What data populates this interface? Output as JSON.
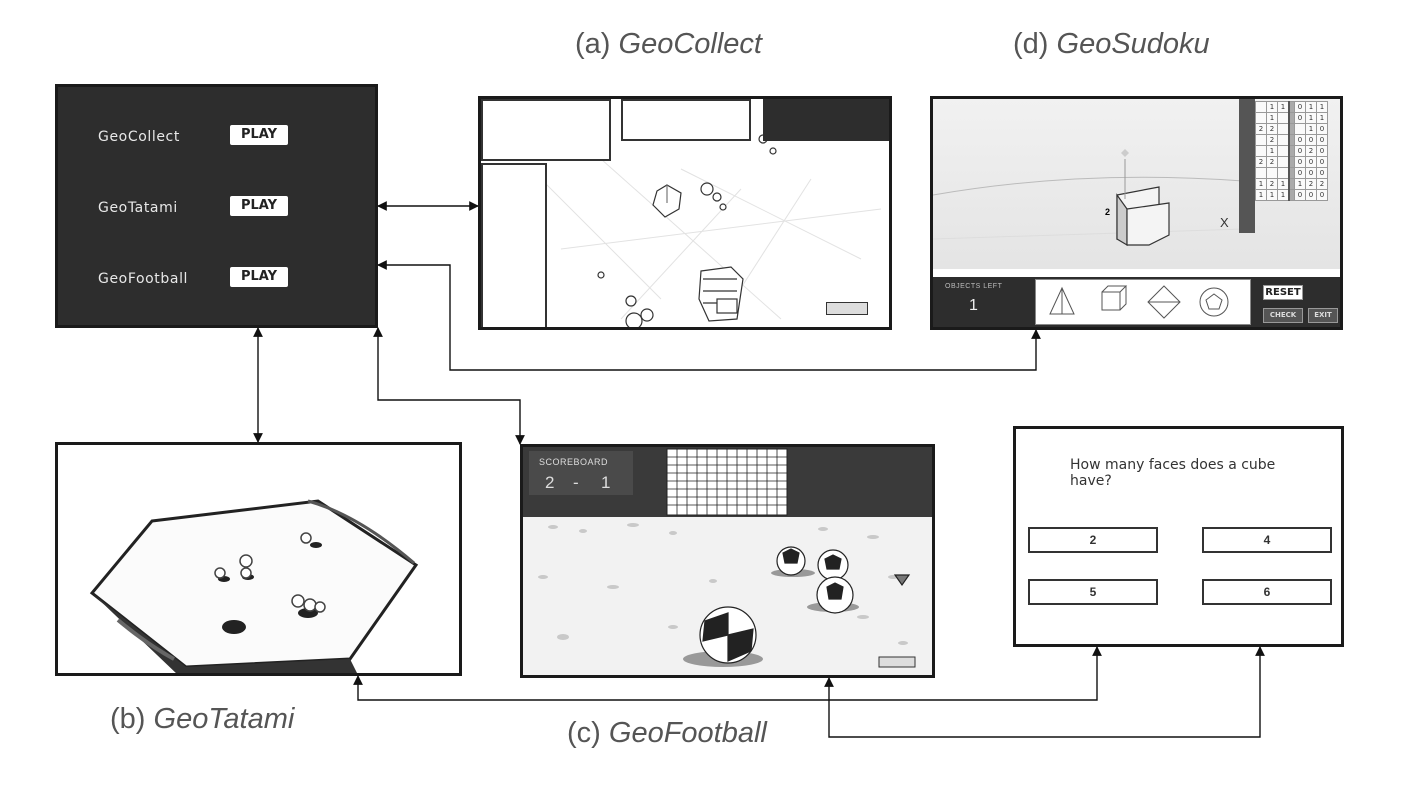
{
  "captions": {
    "collect": {
      "letter": "(a)",
      "title": "GeoCollect"
    },
    "tatami": {
      "letter": "(b)",
      "title": "GeoTatami"
    },
    "football": {
      "letter": "(c)",
      "title": "GeoFootball"
    },
    "sudoku": {
      "letter": "(d)",
      "title": "GeoSudoku"
    }
  },
  "menu": {
    "games": [
      {
        "name": "GeoCollect",
        "button": "PLAY"
      },
      {
        "name": "GeoTatami",
        "button": "PLAY"
      },
      {
        "name": "GeoFootball",
        "button": "PLAY"
      }
    ]
  },
  "sudoku": {
    "objects_left_label": "OBJECTS LEFT",
    "objects_left_value": "1",
    "reset": "RESET",
    "check": "CHECK",
    "exit": "EXIT",
    "marker_2": "2",
    "marker_x": "X",
    "grid": [
      [
        "",
        "1",
        "1",
        "",
        "0",
        "1",
        "1"
      ],
      [
        "",
        "1",
        "",
        "",
        "0",
        "1",
        "1"
      ],
      [
        "2",
        "2",
        "",
        "",
        "",
        "1",
        "0"
      ],
      [
        "",
        "2",
        "",
        "",
        "0",
        "0",
        "0"
      ],
      [
        "",
        "1",
        "",
        "",
        "0",
        "2",
        "0"
      ],
      [
        "2",
        "2",
        "",
        "",
        "0",
        "0",
        "0"
      ],
      [
        "",
        "",
        "",
        "",
        "0",
        "0",
        "0"
      ],
      [
        "1",
        "2",
        "1",
        "",
        "1",
        "2",
        "2"
      ],
      [
        "1",
        "1",
        "1",
        "",
        "0",
        "0",
        "0"
      ]
    ]
  },
  "football": {
    "scoreboard_label": "SCOREBOARD",
    "home_score": "2",
    "separator": "-",
    "away_score": "1"
  },
  "quiz": {
    "question": "How many faces does a cube have?",
    "options": [
      "2",
      "4",
      "5",
      "6"
    ]
  }
}
